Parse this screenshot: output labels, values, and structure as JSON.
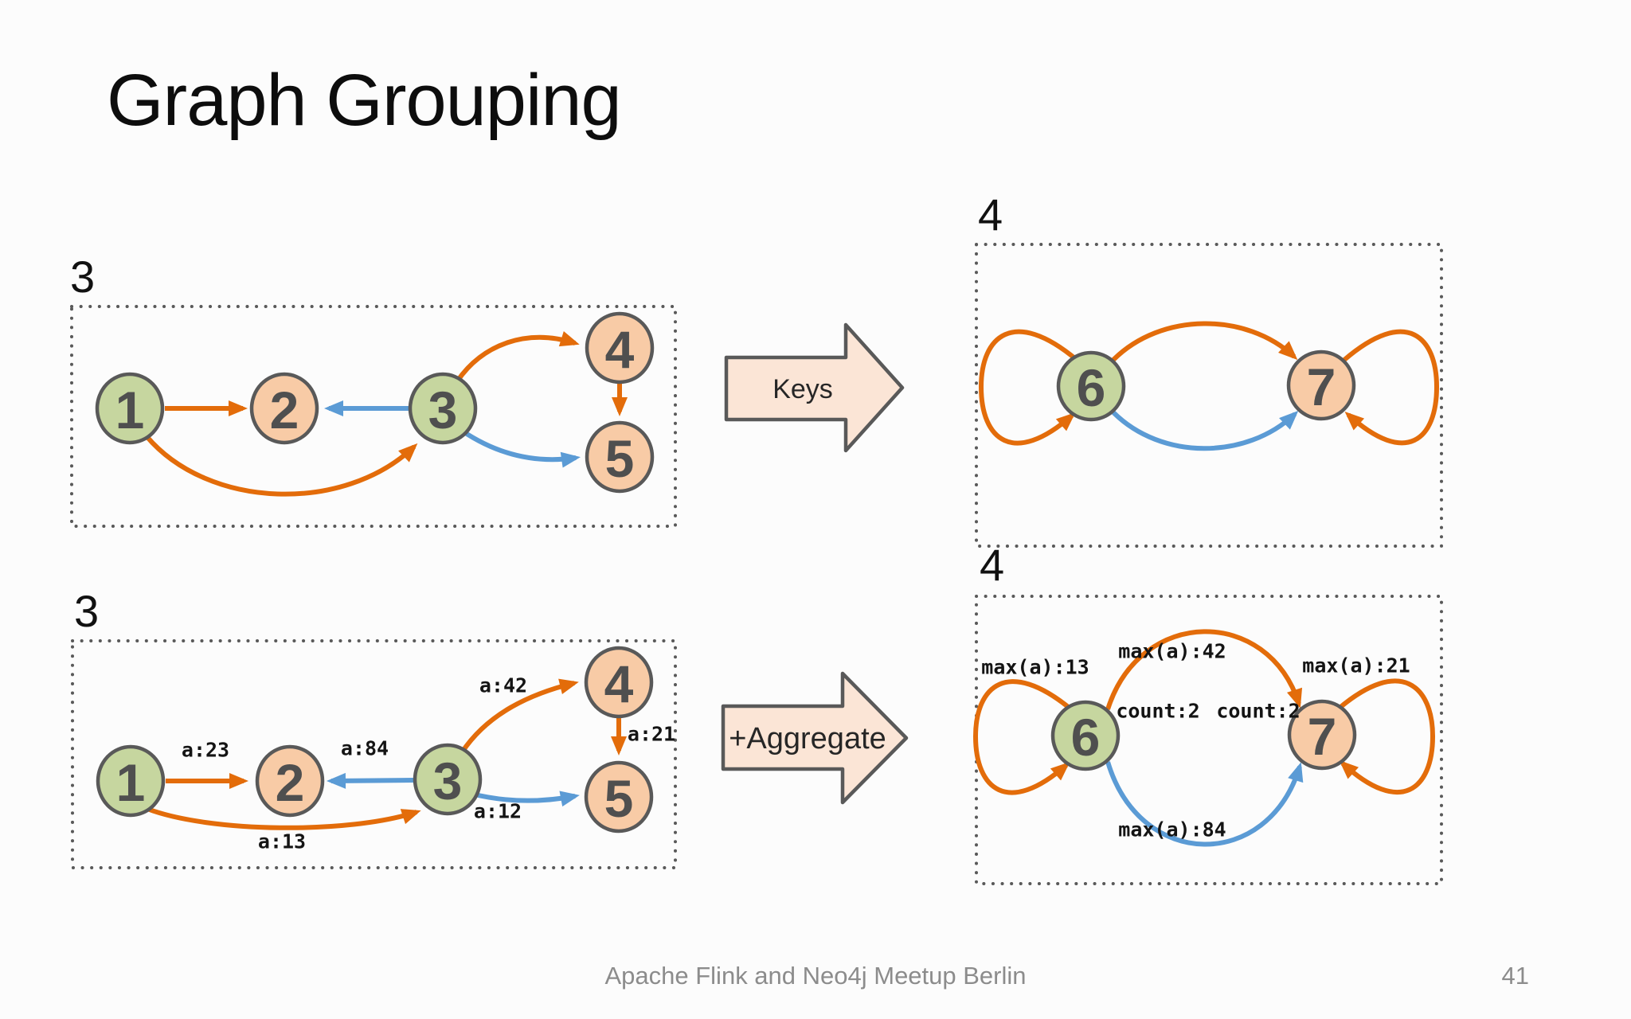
{
  "slide": {
    "title": "Graph Grouping",
    "footer": "Apache Flink and Neo4j Meetup Berlin",
    "page_number": "41"
  },
  "colors": {
    "edge_orange": "#E36C0A",
    "edge_blue": "#5B9BD5",
    "node_green": "#C6D69F",
    "node_orange": "#F8CBA6",
    "node_border": "#595959",
    "box_dots": "#595959",
    "block_arrow_fill": "#FBE5D6",
    "block_arrow_border": "#595959"
  },
  "transforms": {
    "keys": {
      "label": "Keys"
    },
    "aggregate": {
      "label": "+Aggregate"
    }
  },
  "groups": {
    "top_input": {
      "group_label": "3",
      "nodes": [
        {
          "id": "1",
          "color": "green"
        },
        {
          "id": "2",
          "color": "orange"
        },
        {
          "id": "3",
          "color": "green"
        },
        {
          "id": "4",
          "color": "orange"
        },
        {
          "id": "5",
          "color": "orange"
        }
      ],
      "edges": [
        {
          "from": "1",
          "to": "2",
          "color": "orange"
        },
        {
          "from": "3",
          "to": "2",
          "color": "blue"
        },
        {
          "from": "3",
          "to": "4",
          "color": "orange"
        },
        {
          "from": "4",
          "to": "5",
          "color": "orange"
        },
        {
          "from": "3",
          "to": "5",
          "color": "blue"
        },
        {
          "from": "1",
          "to": "3",
          "color": "orange"
        }
      ]
    },
    "top_output": {
      "group_label": "4",
      "nodes": [
        {
          "id": "6",
          "color": "green"
        },
        {
          "id": "7",
          "color": "orange"
        }
      ],
      "edges": [
        {
          "from": "6",
          "to": "6",
          "color": "orange"
        },
        {
          "from": "6",
          "to": "7",
          "color": "orange"
        },
        {
          "from": "6",
          "to": "7",
          "color": "blue"
        },
        {
          "from": "7",
          "to": "7",
          "color": "orange"
        }
      ]
    },
    "bottom_input": {
      "group_label": "3",
      "nodes": [
        {
          "id": "1",
          "color": "green"
        },
        {
          "id": "2",
          "color": "orange"
        },
        {
          "id": "3",
          "color": "green"
        },
        {
          "id": "4",
          "color": "orange"
        },
        {
          "id": "5",
          "color": "orange"
        }
      ],
      "edges": [
        {
          "from": "1",
          "to": "2",
          "color": "orange",
          "label": "a:23"
        },
        {
          "from": "3",
          "to": "2",
          "color": "blue",
          "label": "a:84"
        },
        {
          "from": "3",
          "to": "4",
          "color": "orange",
          "label": "a:42"
        },
        {
          "from": "4",
          "to": "5",
          "color": "orange",
          "label": "a:21"
        },
        {
          "from": "3",
          "to": "5",
          "color": "blue",
          "label": "a:12"
        },
        {
          "from": "1",
          "to": "3",
          "color": "orange",
          "label": "a:13"
        }
      ]
    },
    "bottom_output": {
      "group_label": "4",
      "nodes": [
        {
          "id": "6",
          "color": "green",
          "vertex_label": "count:2"
        },
        {
          "id": "7",
          "color": "orange",
          "vertex_label": "count:2"
        }
      ],
      "edges": [
        {
          "from": "6",
          "to": "6",
          "color": "orange",
          "label": "max(a):13"
        },
        {
          "from": "6",
          "to": "7",
          "color": "orange",
          "label": "max(a):42"
        },
        {
          "from": "6",
          "to": "7",
          "color": "blue",
          "label": "max(a):84"
        },
        {
          "from": "7",
          "to": "7",
          "color": "orange",
          "label": "max(a):21"
        }
      ]
    }
  }
}
